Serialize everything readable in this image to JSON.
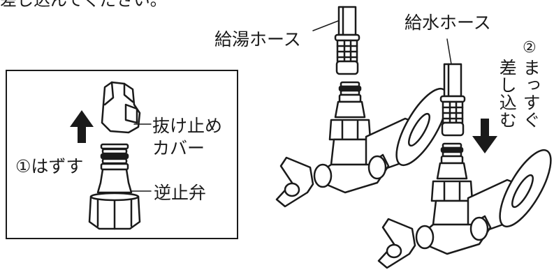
{
  "top_text": "差し込んでください。",
  "labels": {
    "hot_hose": "給湯ホース",
    "cold_hose": "給水ホース",
    "step2_num": "②",
    "step2_col1": "まっすぐ",
    "step2_col2": "差し込む",
    "cover_line1": "抜け止め",
    "cover_line2": "カバー",
    "step1": "①はずす",
    "check_valve": "逆止弁"
  },
  "colors": {
    "line": "#1a1a1a",
    "fill": "#ffffff"
  }
}
